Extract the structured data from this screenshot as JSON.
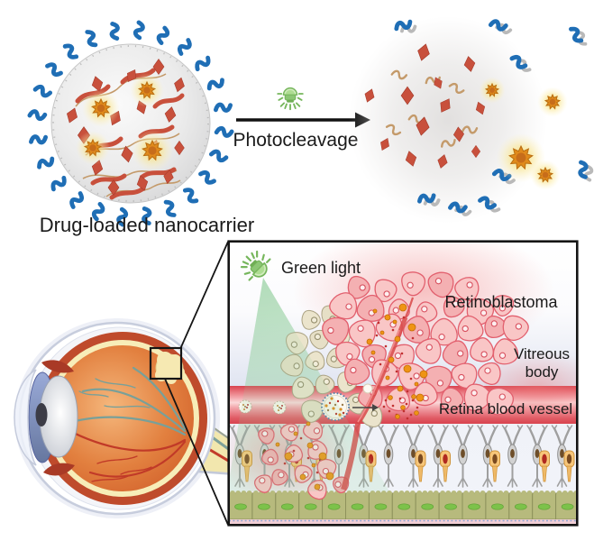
{
  "figure": {
    "labels": {
      "nanocarrier": "Drug-loaded nanocarrier",
      "photocleavage": "Photocleavage",
      "green_light": "Green light",
      "retinoblastoma": "Retinoblastoma",
      "vitreous_line1": "Vitreous",
      "vitreous_line2": "body",
      "retina_vessel": "Retina blood vessel"
    },
    "colors": {
      "peg_blue": "#1f6eb5",
      "ghost_gray": "#b9b9b9",
      "ribbon_red": "#c8503c",
      "linker_tan": "#c49a6a",
      "drug_orange": "#e08a1c",
      "drug_orange_dark": "#b96d10",
      "lamp_green": "#76b65c",
      "tumor_cell_fill": "#f9c6c6",
      "tumor_cell_fill2": "#f4b0b2",
      "tumor_cell_stroke": "#e2606e",
      "pale_cell_fill": "#ebe4cc",
      "pale_cell_stroke": "#aba283",
      "vessel_red": "#db4c56",
      "sprout_red": "#d84848",
      "rpe_olive": "#b7ba7d",
      "rpe_stroke": "#8e925c",
      "rpe_nucleus_green": "#7cc24a",
      "bipolar_gray": "#9f9f9f",
      "cone_orange": "#f7c67a",
      "cone_stroke": "#cf9238",
      "text": "#1a1a1a"
    }
  }
}
